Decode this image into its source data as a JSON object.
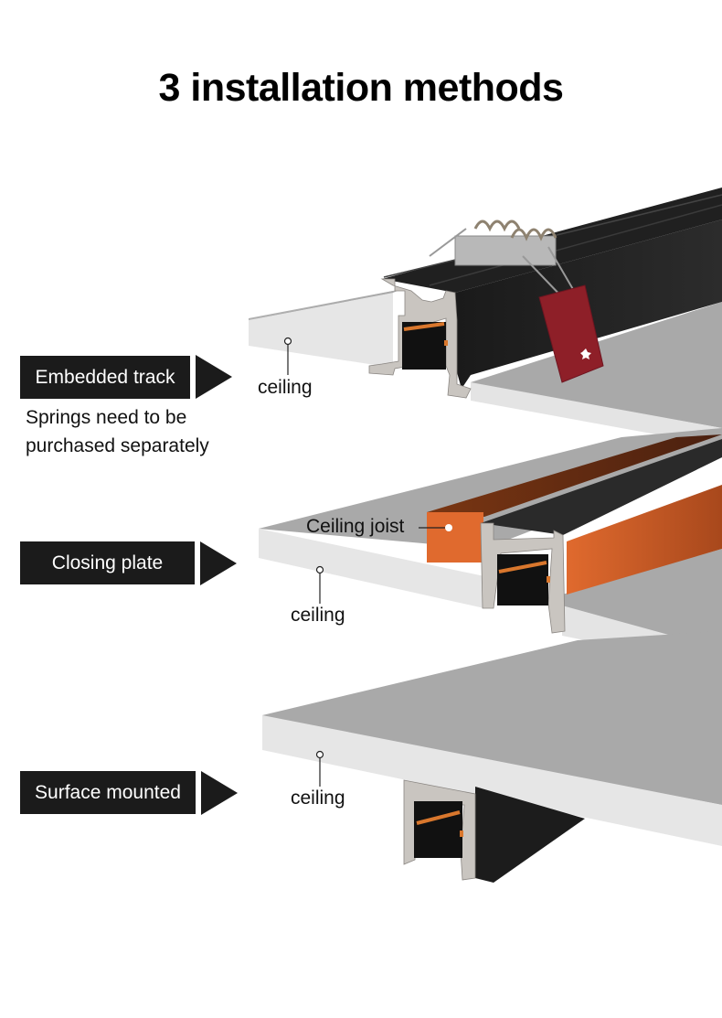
{
  "title": "3 installation methods",
  "methods": [
    {
      "label": "Embedded track",
      "note_lines": [
        "Springs need to be",
        "purchased separately"
      ],
      "callouts": [
        "ceiling"
      ]
    },
    {
      "label": "Closing plate",
      "callouts": [
        "Ceiling joist",
        "ceiling"
      ]
    },
    {
      "label": "Surface mounted",
      "callouts": [
        "ceiling"
      ]
    }
  ],
  "colors": {
    "tag_bg": "#1b1b1b",
    "ceiling_top": "#a9a9a9",
    "ceiling_edge": "#e4e4e4",
    "track_black": "#1c1c1c",
    "aluminum": "#c8c4bf",
    "joist_orange": "#e06a2e",
    "clip_red": "#8e1f28",
    "conductor_orange": "#d9772d"
  }
}
